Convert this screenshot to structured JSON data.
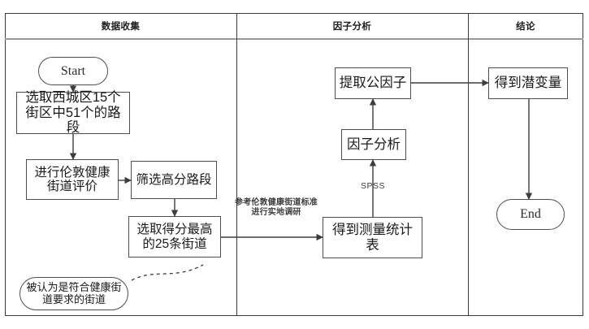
{
  "diagram": {
    "type": "flowchart",
    "title_present": false,
    "lanes": [
      {
        "id": "lane-data-collection",
        "label": "数据收集"
      },
      {
        "id": "lane-factor-analysis",
        "label": "因子分析"
      },
      {
        "id": "lane-conclusion",
        "label": "结论"
      }
    ],
    "nodes": [
      {
        "id": "start",
        "lane": "lane-data-collection",
        "shape": "terminator",
        "label": "Start"
      },
      {
        "id": "select-streets",
        "lane": "lane-data-collection",
        "shape": "process",
        "label": "选取西城区15个街区中51个的路段"
      },
      {
        "id": "london-eval",
        "lane": "lane-data-collection",
        "shape": "process",
        "label": "进行伦敦健康街道评价"
      },
      {
        "id": "filter-high",
        "lane": "lane-data-collection",
        "shape": "process",
        "label": "筛选高分路段"
      },
      {
        "id": "top25",
        "lane": "lane-data-collection",
        "shape": "process",
        "label": "选取得分最高的25条街道"
      },
      {
        "id": "healthy-note",
        "lane": "lane-data-collection",
        "shape": "annotation",
        "label": "被认为是符合健康街道要求的街道"
      },
      {
        "id": "measure-table",
        "lane": "lane-factor-analysis",
        "shape": "process",
        "label": "得到测量统计表"
      },
      {
        "id": "factor-analysis",
        "lane": "lane-factor-analysis",
        "shape": "process",
        "label": "因子分析"
      },
      {
        "id": "extract-factor",
        "lane": "lane-factor-analysis",
        "shape": "process",
        "label": "提取公因子"
      },
      {
        "id": "latent-var",
        "lane": "lane-conclusion",
        "shape": "process",
        "label": "得到潜变量"
      },
      {
        "id": "end",
        "lane": "lane-conclusion",
        "shape": "terminator",
        "label": "End"
      }
    ],
    "edge_labels": [
      {
        "id": "label-spss",
        "text": "SPSS"
      },
      {
        "id": "label-survey-line1",
        "text": "参考伦敦健康街道标准"
      },
      {
        "id": "label-survey-line2",
        "text": "进行实地调研"
      }
    ],
    "colors": {
      "background": "#ffffff",
      "node_border": "#4d4d4d",
      "lane_border": "#3a3a3a",
      "lane_rule": "#9a9a9a",
      "edge": "#3d3d3d",
      "text": "#1a1a1a"
    }
  }
}
